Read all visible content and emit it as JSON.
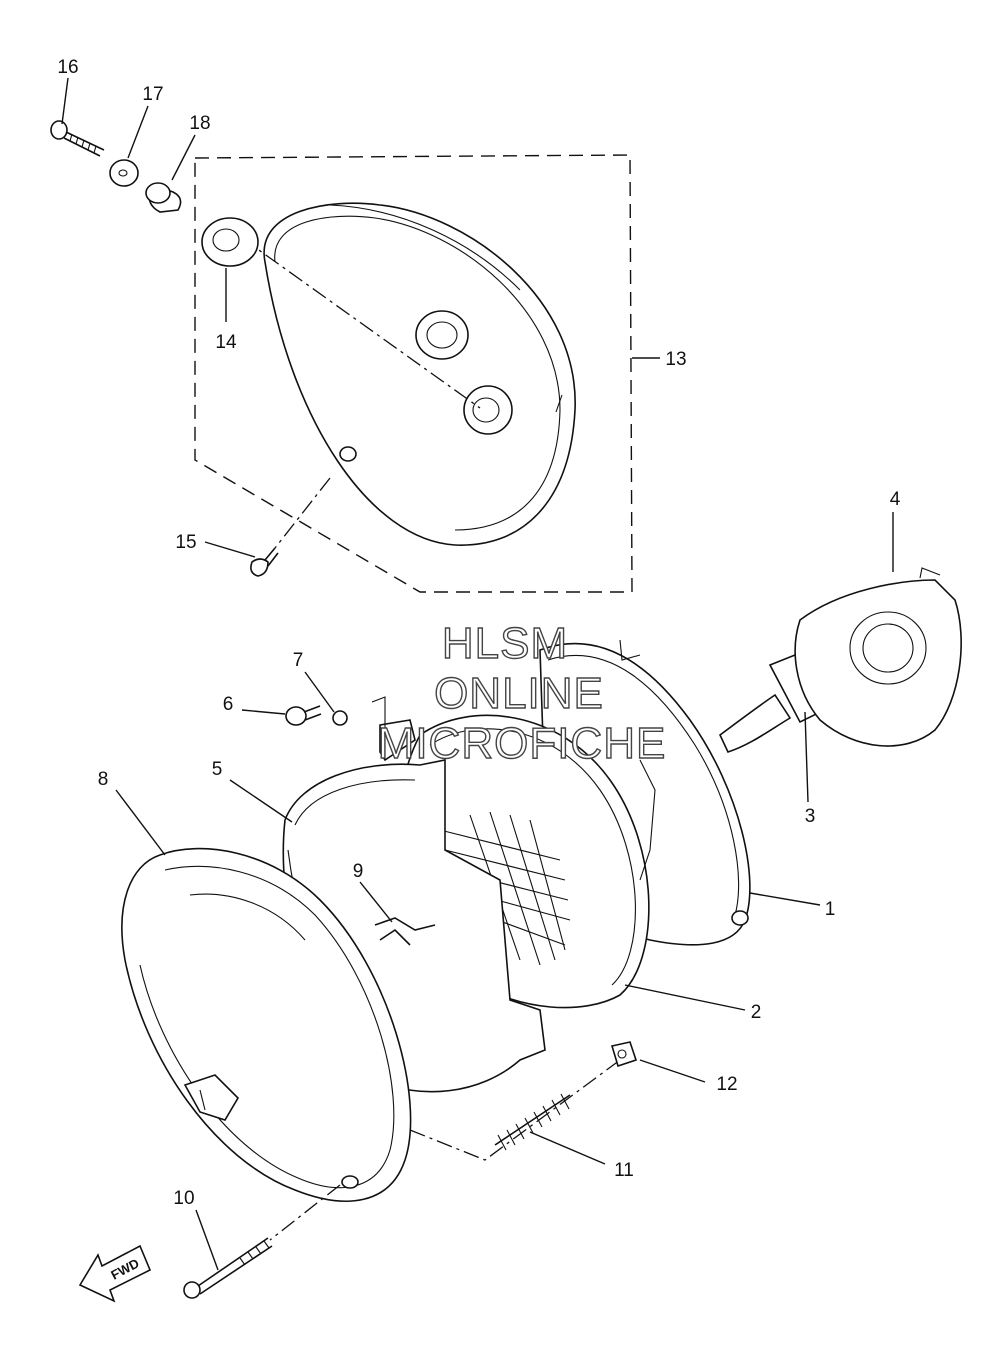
{
  "callouts": {
    "c1": "1",
    "c2": "2",
    "c3": "3",
    "c4": "4",
    "c5": "5",
    "c6": "6",
    "c7": "7",
    "c8": "8",
    "c9": "9",
    "c10": "10",
    "c11": "11",
    "c12": "12",
    "c13": "13",
    "c14": "14",
    "c15": "15",
    "c16": "16",
    "c17": "17",
    "c18": "18"
  },
  "watermark": {
    "line1": "HLSM",
    "line2": "ONLINE",
    "line3": "MICROFICHE"
  },
  "fwd_arrow": {
    "label": "FWD",
    "icon": "fwd-arrow-icon"
  }
}
